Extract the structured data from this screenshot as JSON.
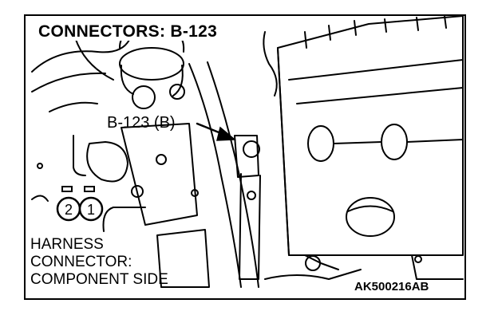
{
  "title": "CONNECTORS: B-123",
  "callout": "B-123 (B)",
  "connector_view": {
    "label_lines": [
      "HARNESS",
      "CONNECTOR:",
      "COMPONENT SIDE"
    ],
    "pins": [
      "2",
      "1"
    ]
  },
  "reference_code": "AK500216AB"
}
